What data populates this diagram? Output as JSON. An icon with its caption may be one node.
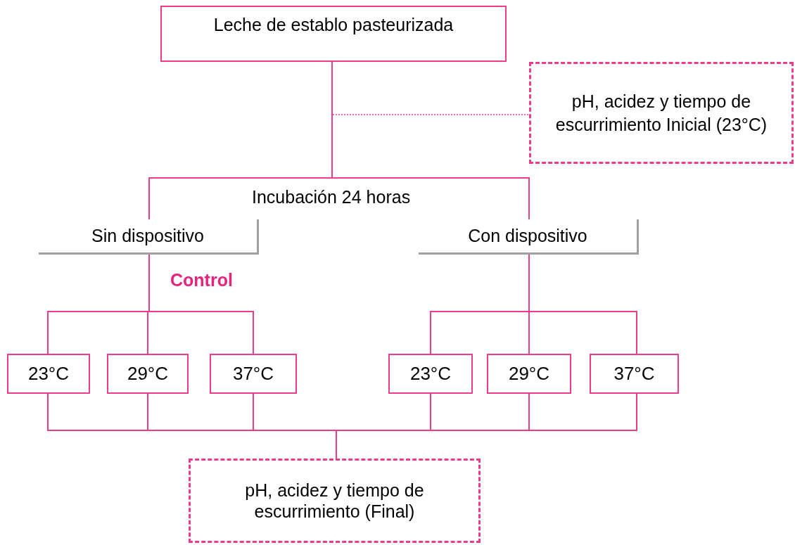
{
  "diagram": {
    "nodes": [
      {
        "text": [
          "Leche de establo pasteurizada"
        ]
      },
      {
        "text": [
          "pH, acidez y tiempo de escurrimiento Inicial (23°C)"
        ]
      },
      {
        "text": [
          "Sin dispositivo"
        ]
      },
      {
        "text": [
          "Con dispositivo"
        ]
      },
      {
        "text": [
          "23°C"
        ]
      },
      {
        "text": [
          "29°C"
        ]
      },
      {
        "text": [
          "37°C"
        ]
      },
      {
        "text": [
          "23°C"
        ]
      },
      {
        "text": [
          "29°C"
        ]
      },
      {
        "text": [
          "37°C"
        ]
      },
      {
        "text": [
          "pH, acidez y tiempo de escurrimiento (Final)"
        ]
      }
    ],
    "edges": [
      {
        "from": 0,
        "to": 1,
        "arrow": "none",
        "style": "dashed"
      },
      {
        "from": 0,
        "to": 2,
        "arrow": "none"
      },
      {
        "from": 0,
        "to": 3,
        "arrow": "none"
      },
      {
        "from": 2,
        "to": 4,
        "arrow": "none"
      },
      {
        "from": 2,
        "to": 5,
        "arrow": "none"
      },
      {
        "from": 2,
        "to": 6,
        "arrow": "none"
      },
      {
        "from": 3,
        "to": 7,
        "arrow": "none"
      },
      {
        "from": 3,
        "to": 8,
        "arrow": "none"
      },
      {
        "from": 3,
        "to": 9,
        "arrow": "none"
      },
      {
        "from": 4,
        "to": 10,
        "arrow": "none"
      },
      {
        "from": 5,
        "to": 10,
        "arrow": "none"
      },
      {
        "from": 6,
        "to": 10,
        "arrow": "none"
      },
      {
        "from": 7,
        "to": 10,
        "arrow": "none"
      },
      {
        "from": 8,
        "to": 10,
        "arrow": "none"
      },
      {
        "from": 9,
        "to": 10,
        "arrow": "none"
      }
    ],
    "labels": [
      "Incubación 24 horas",
      "Control"
    ]
  }
}
